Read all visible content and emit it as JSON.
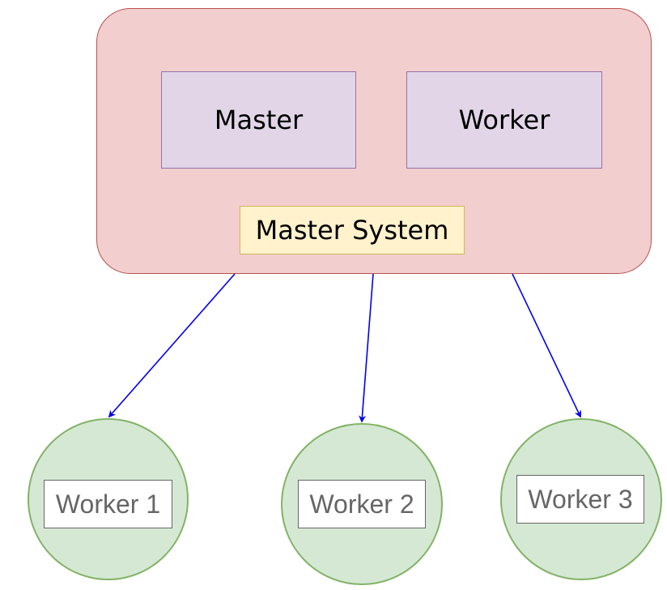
{
  "master_system": {
    "label": "Master System",
    "components": [
      {
        "label": "Master"
      },
      {
        "label": "Worker"
      }
    ]
  },
  "workers": [
    {
      "label": "Worker 1"
    },
    {
      "label": "Worker 2"
    },
    {
      "label": "Worker 3"
    }
  ],
  "colors": {
    "container_fill": "#f2cece",
    "container_stroke": "#b85450",
    "component_fill": "#e1d5e7",
    "component_stroke": "#9673a6",
    "label_fill": "#fff2cc",
    "label_stroke": "#d6b656",
    "worker_fill": "#d5e8d4",
    "worker_stroke": "#82b366",
    "worker_text": "#666666",
    "arrow": "#0000ee"
  }
}
